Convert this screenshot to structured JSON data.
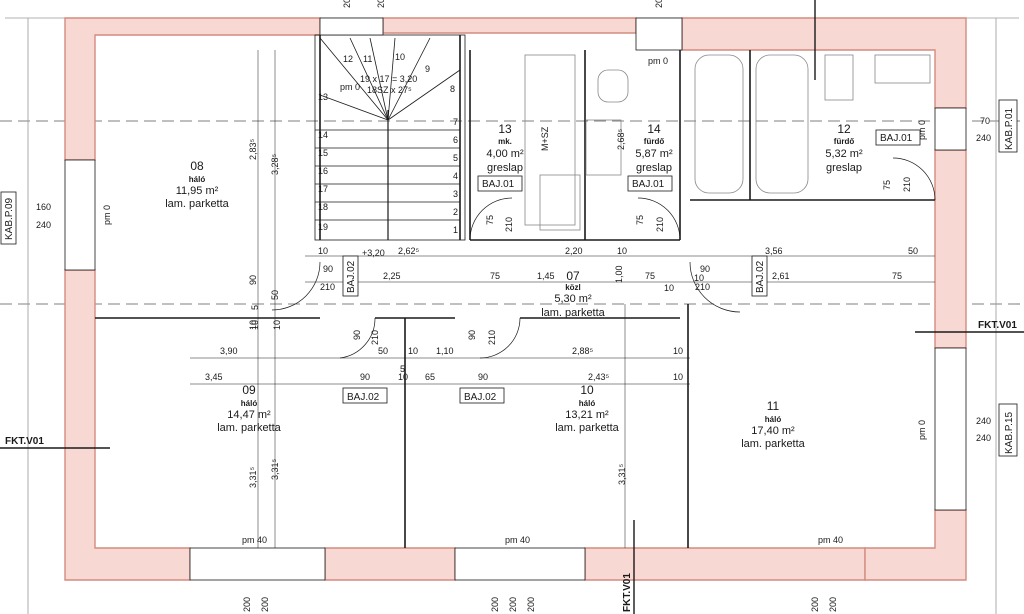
{
  "colors": {
    "wall_fill": "#f8d8d2",
    "wall_stroke": "#d48b80",
    "line": "#1a1a1a",
    "light_line": "#9a9a9a"
  },
  "rooms": [
    {
      "num": "08",
      "type": "háló",
      "area": "11,95 m²",
      "finish": "lam. parketta"
    },
    {
      "num": "09",
      "type": "háló",
      "area": "14,47 m²",
      "finish": "lam. parketta"
    },
    {
      "num": "10",
      "type": "háló",
      "area": "13,21 m²",
      "finish": "lam. parketta"
    },
    {
      "num": "11",
      "type": "háló",
      "area": "17,40 m²",
      "finish": "lam. parketta"
    },
    {
      "num": "07",
      "type": "közl",
      "area": "5,30 m²",
      "finish": "lam. parketta"
    },
    {
      "num": "13",
      "type": "mk.",
      "area": "4,00 m²",
      "finish": "greslap"
    },
    {
      "num": "14",
      "type": "fürdő",
      "area": "5,87 m²",
      "finish": "greslap"
    },
    {
      "num": "12",
      "type": "fürdő",
      "area": "5,32 m²",
      "finish": "greslap"
    }
  ],
  "stair": {
    "formula_1": "19 x 17 = 3,20",
    "formula_2": "18SZ x 27⁵",
    "level": "+3,20",
    "pm": "pm 0",
    "steps_left": [
      "14",
      "15",
      "16",
      "17",
      "18",
      "19"
    ],
    "steps_right": [
      "7",
      "6",
      "5",
      "4",
      "3",
      "2",
      "1"
    ],
    "steps_top": [
      "12",
      "11",
      "10",
      "9",
      "8",
      "13"
    ]
  },
  "door_tags": [
    "BAJ.01",
    "BAJ.01",
    "BAJ.01",
    "BAJ.02",
    "BAJ.02",
    "BAJ.02",
    "BAJ.02"
  ],
  "window_tags": [
    "KAB.P.09",
    "KAB.P.01",
    "KAB.P.15"
  ],
  "section_tags": [
    "FKT.V01",
    "FKT.V01",
    "FKT.V01"
  ],
  "pm_labels": [
    "pm 0",
    "pm 0",
    "pm 0",
    "pm 0",
    "pm 40",
    "pm 40",
    "pm 40"
  ],
  "mplus": "M+SZ",
  "dims": {
    "hall": [
      "10",
      "2,62⁵",
      "2,20",
      "10",
      "3,56",
      "50",
      "2,25",
      "75",
      "1,45",
      "1,00",
      "75",
      "10",
      "2,61",
      "75",
      "90",
      "210",
      "90",
      "210",
      "10",
      "10",
      "90",
      "210",
      "90",
      "210"
    ],
    "lower": [
      "3,90",
      "50",
      "10",
      "1,10",
      "2,88⁵",
      "3,45",
      "90",
      "10",
      "65",
      "90",
      "2,43⁵",
      "10",
      "5",
      "10",
      "10",
      "5",
      "10",
      "90",
      "50"
    ],
    "vertical": [
      "2,83⁵",
      "3,28⁵",
      "3,31⁵",
      "3,31⁵",
      "3,31⁵",
      "75",
      "210",
      "75",
      "210",
      "75",
      "210",
      "2,68⁵"
    ],
    "window_side": [
      "160",
      "240",
      "70",
      "240",
      "240",
      "240"
    ],
    "window_bottom": [
      "200",
      "200",
      "200",
      "200",
      "200",
      "200",
      "200",
      "200",
      "200",
      "200"
    ]
  }
}
